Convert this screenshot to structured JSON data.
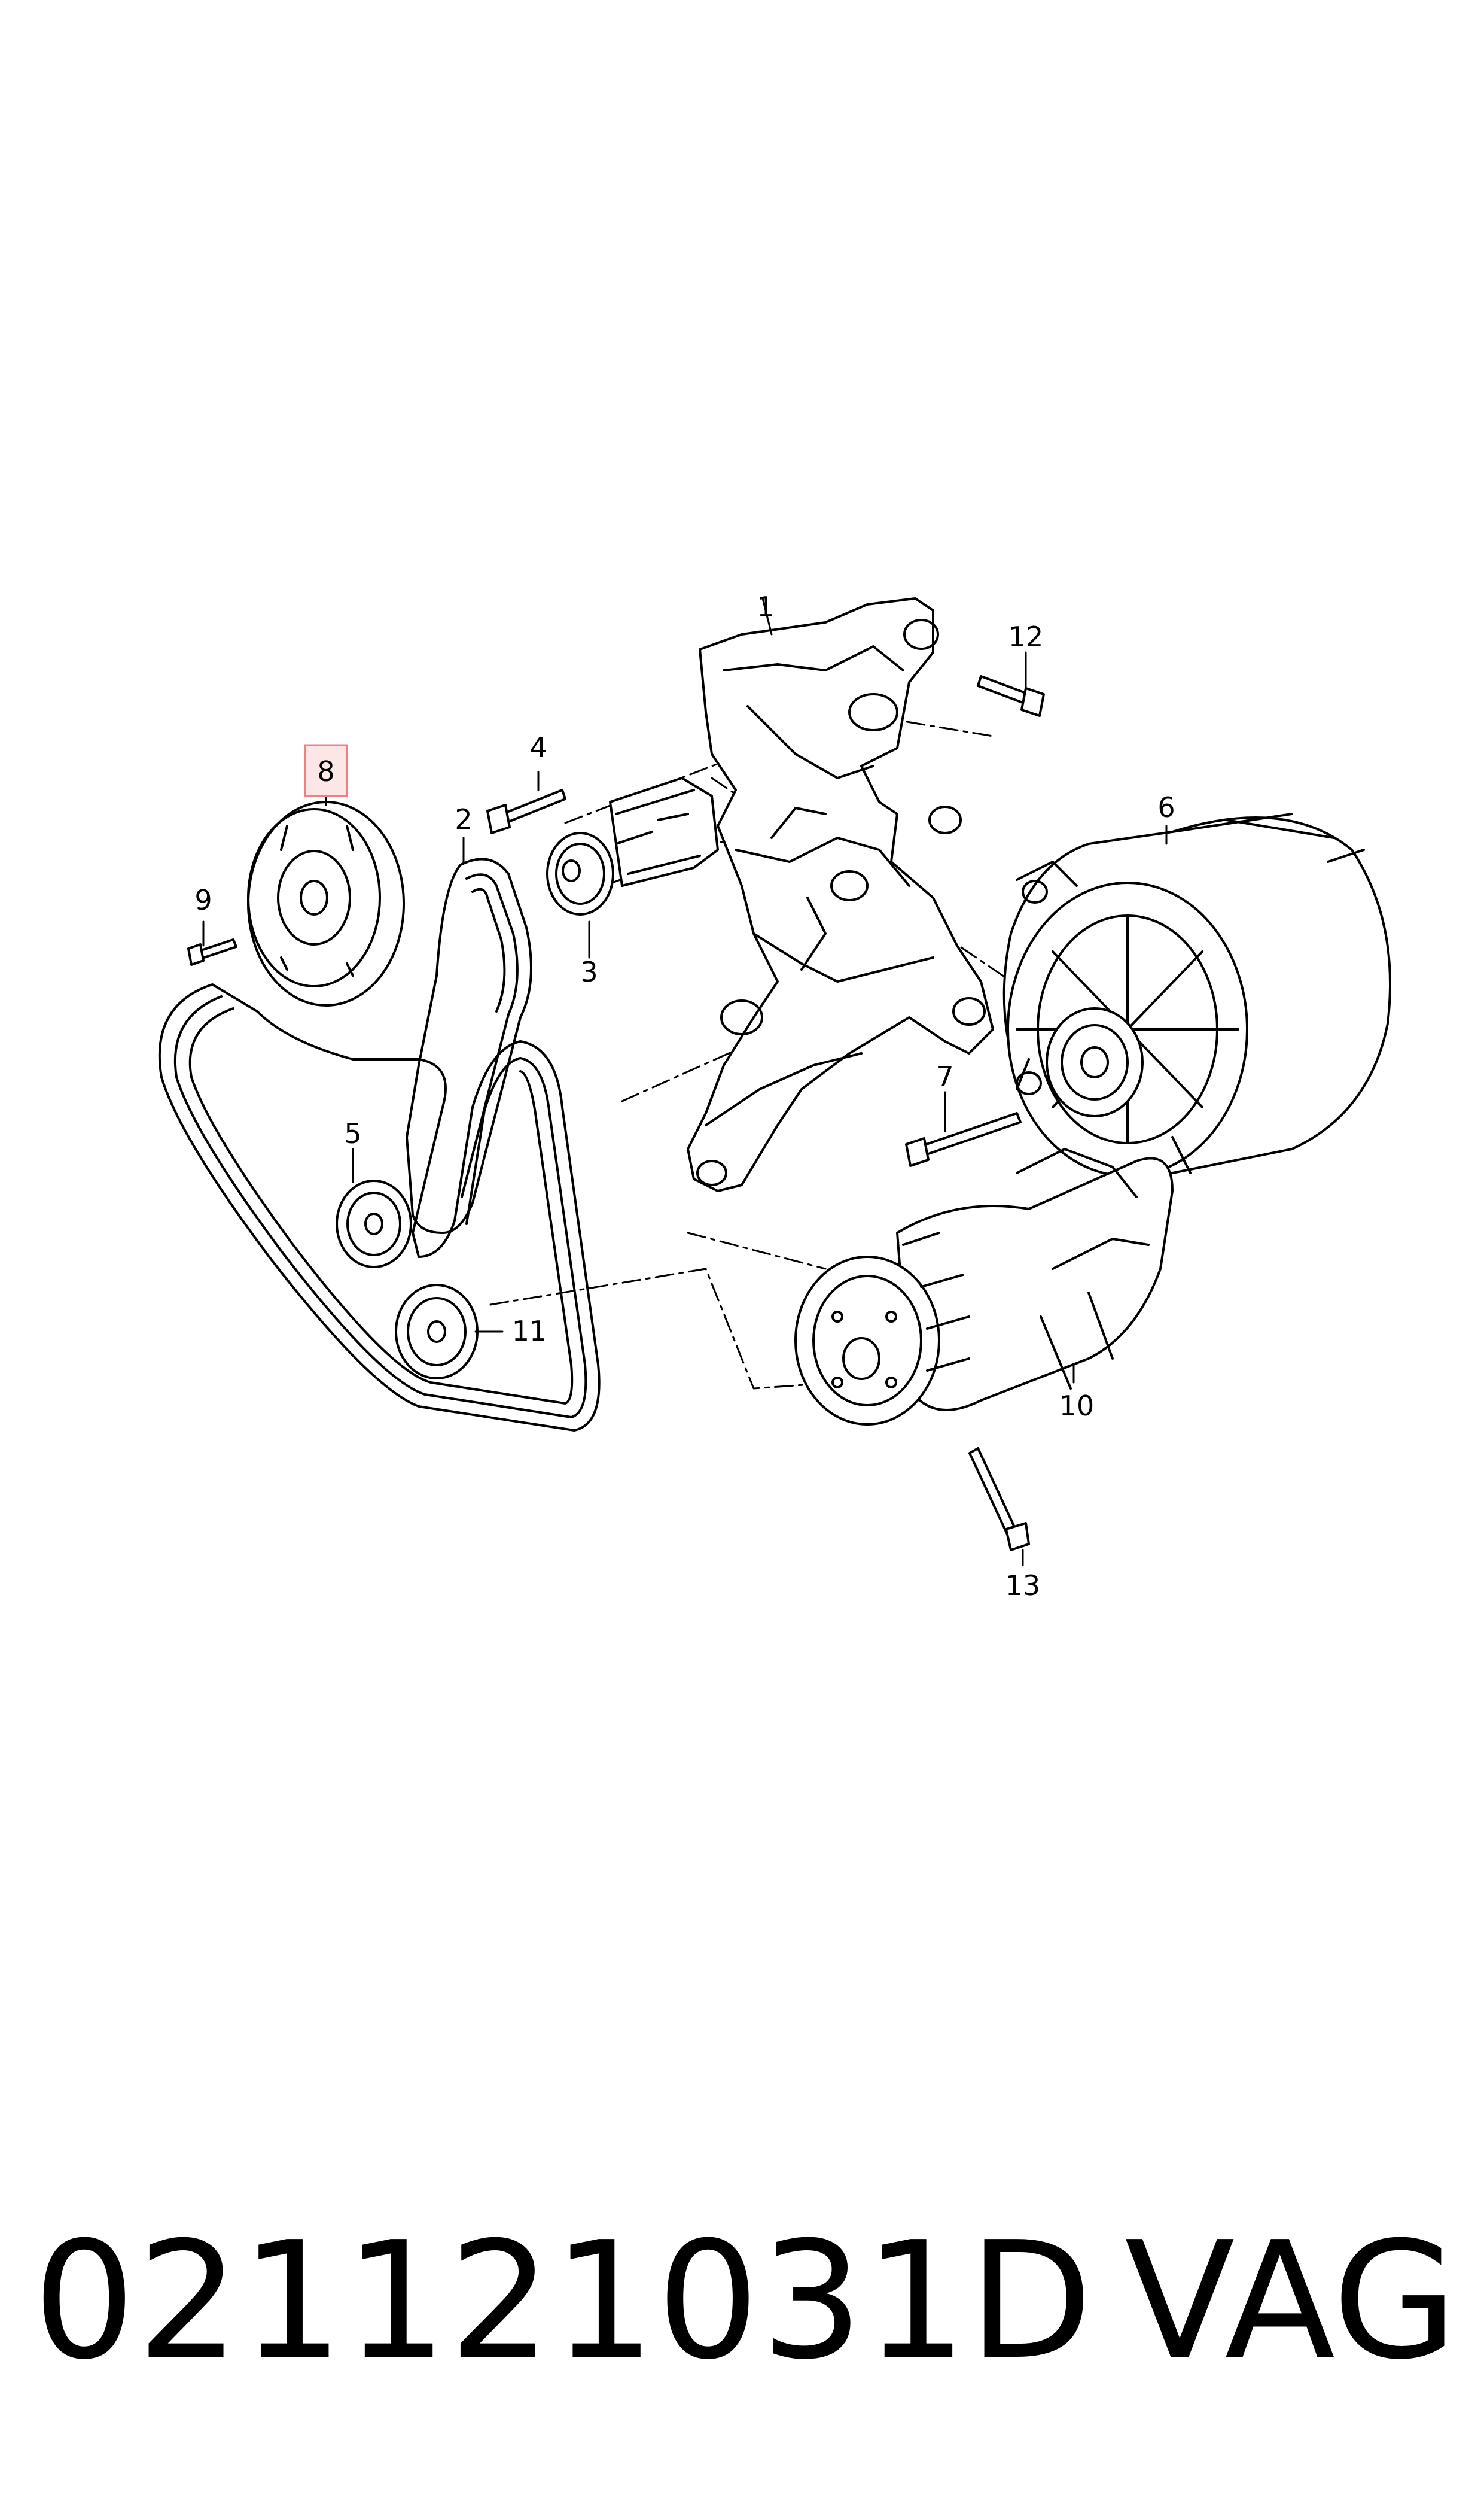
{
  "callouts": {
    "c1": "1",
    "c2": "2",
    "c3": "3",
    "c4": "4",
    "c5": "5",
    "c6": "6",
    "c7": "7",
    "c8": "8",
    "c9": "9",
    "c10": "10",
    "c11": "11",
    "c12": "12",
    "c13": "13"
  },
  "highlight_color": "#f08080",
  "highlight_fill": "#fde6e6",
  "footer": {
    "part_number": "021121031D",
    "brand": "VAG"
  }
}
